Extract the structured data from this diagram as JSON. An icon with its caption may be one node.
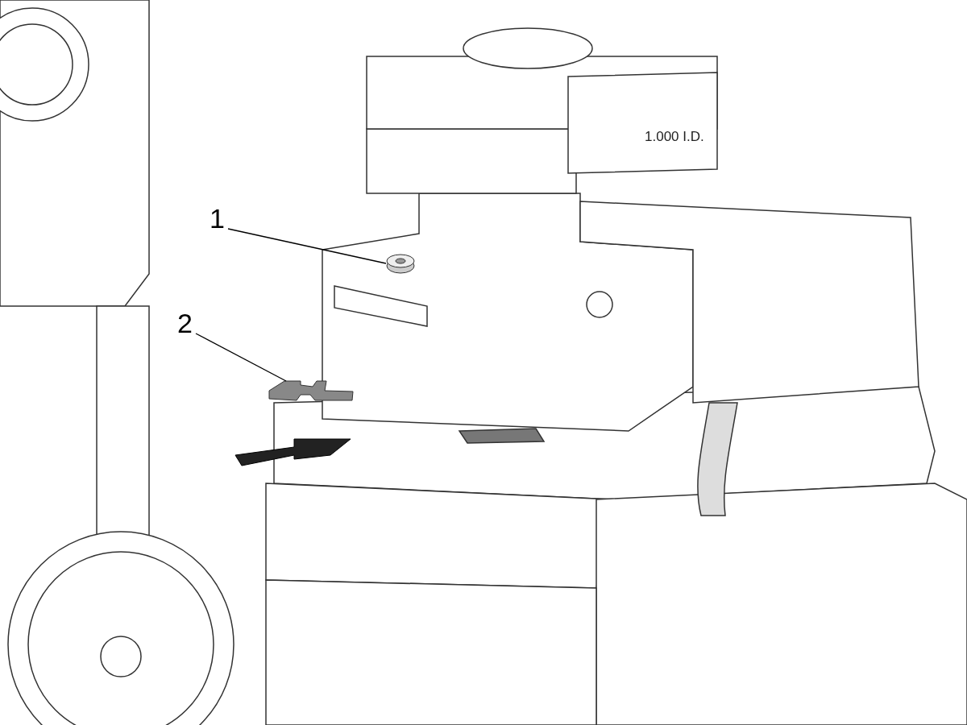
{
  "diagram": {
    "nodes": [
      {
        "text": [
          "1"
        ]
      },
      {
        "text": [],
        "shape": "picture"
      },
      {
        "text": [
          "2"
        ]
      },
      {
        "text": [],
        "shape": "picture"
      }
    ],
    "edges": [
      {
        "from": 0,
        "to": 1,
        "arrow": "none"
      },
      {
        "from": 2,
        "to": 3,
        "arrow": "none"
      }
    ],
    "labels": [
      "1.000 I.D."
    ]
  }
}
